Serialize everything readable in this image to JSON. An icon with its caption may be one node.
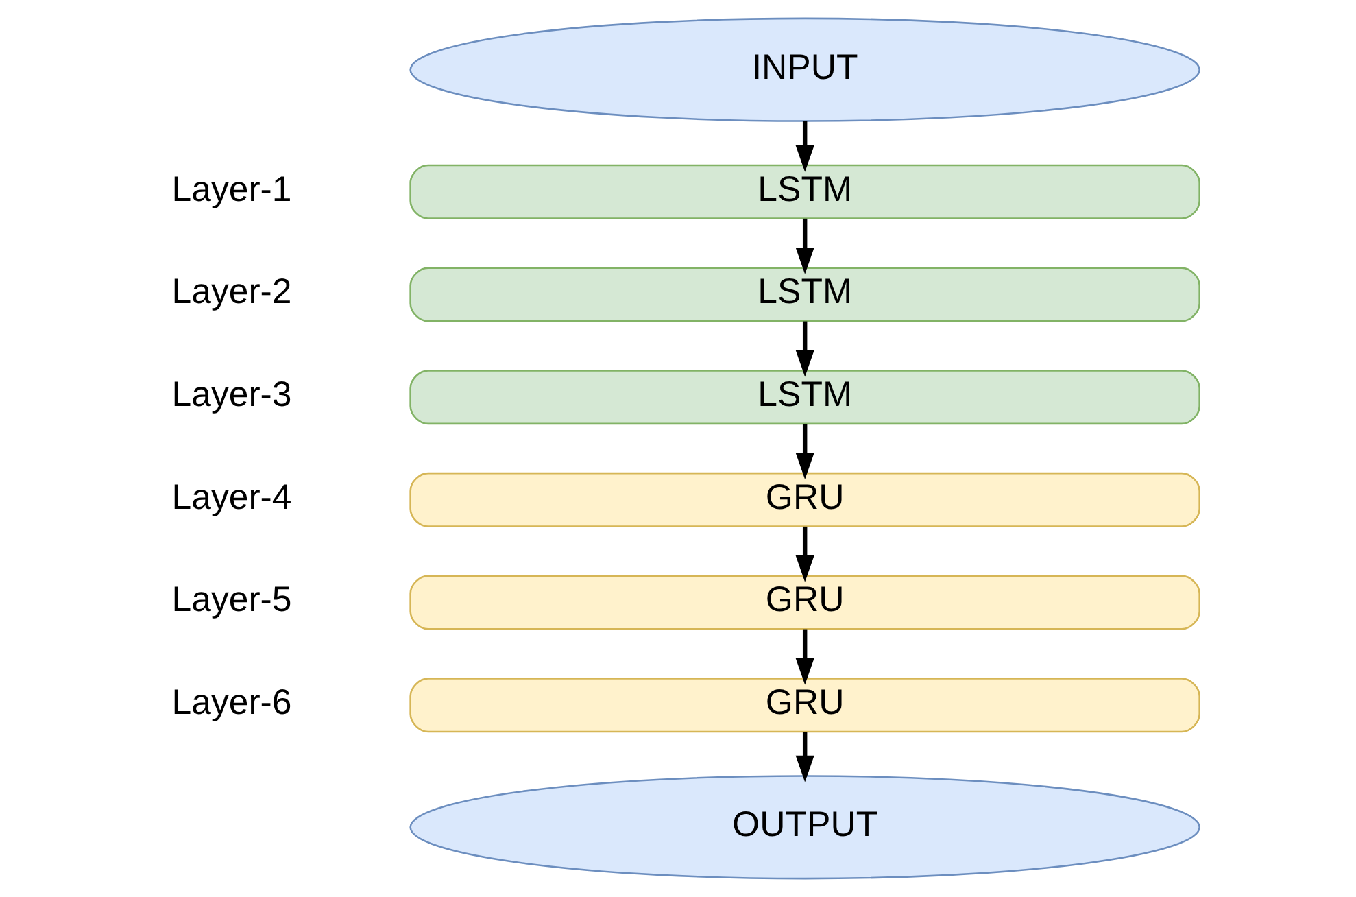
{
  "diagram": {
    "nodes": [
      {
        "text": [
          "INPUT"
        ]
      },
      {
        "text": [
          "LSTM"
        ],
        "beside": [
          "Layer-1"
        ]
      },
      {
        "text": [
          "LSTM"
        ],
        "beside": [
          "Layer-2"
        ]
      },
      {
        "text": [
          "LSTM"
        ],
        "beside": [
          "Layer-3"
        ]
      },
      {
        "text": [
          "GRU"
        ],
        "beside": [
          "Layer-4"
        ]
      },
      {
        "text": [
          "GRU"
        ],
        "beside": [
          "Layer-5"
        ]
      },
      {
        "text": [
          "GRU"
        ],
        "beside": [
          "Layer-6"
        ]
      },
      {
        "text": [
          "OUTPUT"
        ]
      }
    ],
    "edges": [
      {
        "from": 0,
        "to": 1,
        "arrow": "to"
      },
      {
        "from": 1,
        "to": 2,
        "arrow": "to"
      },
      {
        "from": 2,
        "to": 3,
        "arrow": "to"
      },
      {
        "from": 3,
        "to": 4,
        "arrow": "to"
      },
      {
        "from": 4,
        "to": 5,
        "arrow": "to"
      },
      {
        "from": 5,
        "to": 6,
        "arrow": "to"
      },
      {
        "from": 6,
        "to": 7,
        "arrow": "to"
      }
    ]
  }
}
